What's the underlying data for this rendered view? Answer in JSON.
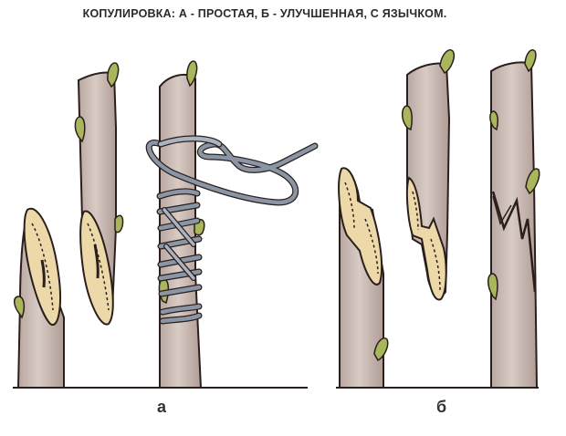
{
  "title": "КОПУЛИРОВКА: А - ПРОСТАЯ, Б - УЛУЧШЕННАЯ, С ЯЗЫЧКОМ.",
  "captions": {
    "a": "а",
    "b": "б"
  },
  "colors": {
    "bark": "#cfc0b8",
    "bark_shadow": "#a89590",
    "outline": "#2b1f1c",
    "cut_wood": "#ecd8a8",
    "bud": "#a9b65c",
    "wrap": "#8a95a6",
    "wrap_light": "#c4ccd8"
  }
}
